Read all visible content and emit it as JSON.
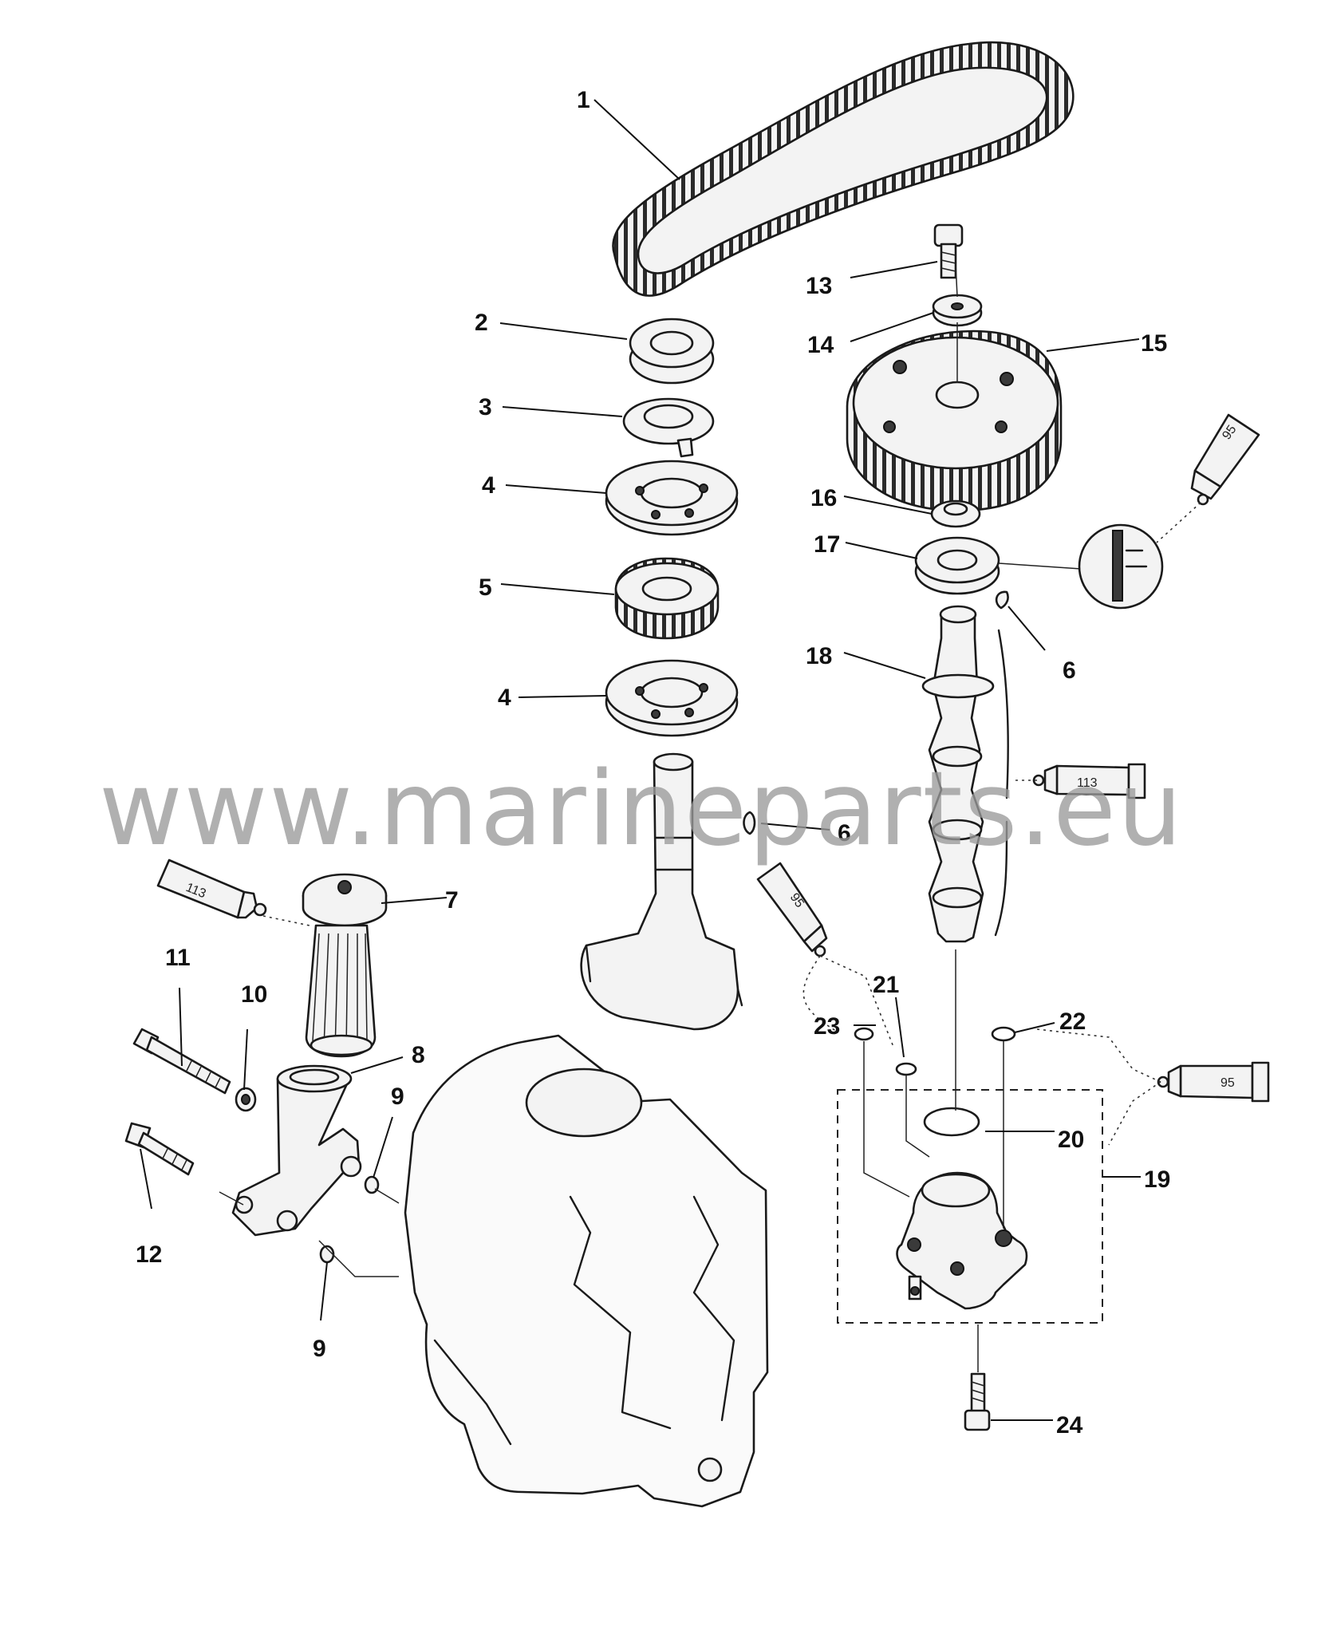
{
  "watermark": "www.marineparts.eu",
  "callouts": {
    "c1": "1",
    "c2": "2",
    "c3": "3",
    "c4a": "4",
    "c4b": "4",
    "c5": "5",
    "c6a": "6",
    "c6b": "6",
    "c7": "7",
    "c8": "8",
    "c9a": "9",
    "c9b": "9",
    "c10": "10",
    "c11": "11",
    "c12": "12",
    "c13": "13",
    "c14": "14",
    "c15": "15",
    "c16": "16",
    "c17": "17",
    "c18": "18",
    "c19": "19",
    "c20": "20",
    "c21": "21",
    "c22": "22",
    "c23": "23",
    "c24": "24"
  },
  "tubes": {
    "t113a": "113",
    "t113b": "113",
    "t95a": "95",
    "t95b": "95",
    "t95c": "95"
  }
}
